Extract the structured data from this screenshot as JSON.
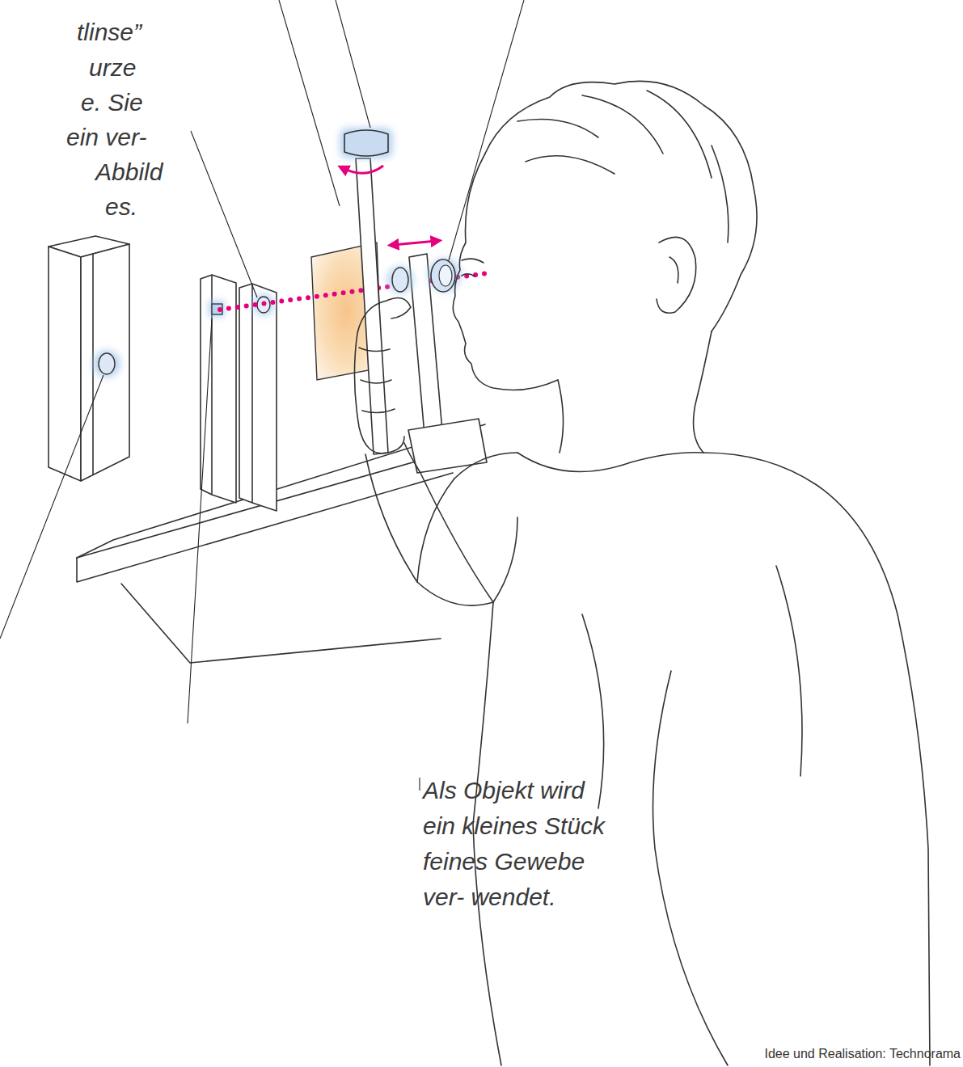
{
  "diagram": {
    "labels": [
      "tlinse”",
      "urze",
      "e. Sie",
      "ein ver-",
      "Abbild",
      "es.",
      "Als Objekt wird ein kleines Stück feines Gewebe ver- wendet.",
      "Idee und Realisation: Technorama"
    ]
  }
}
